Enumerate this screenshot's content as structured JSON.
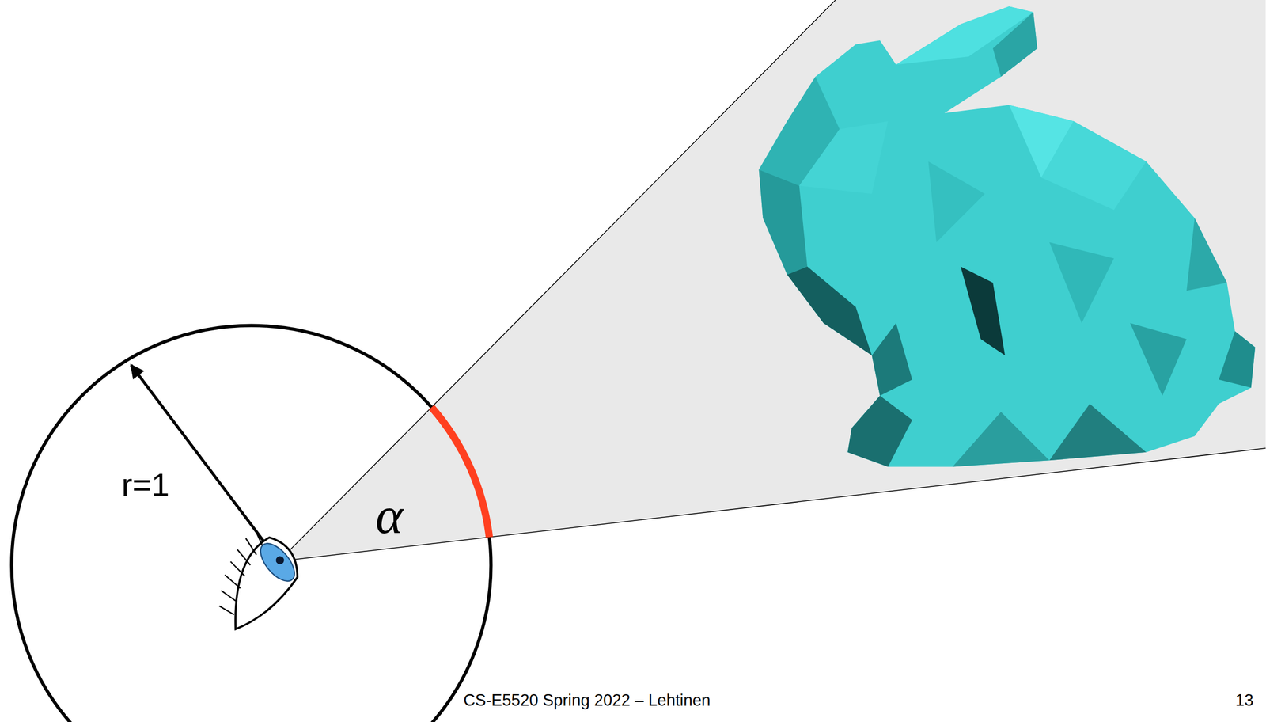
{
  "diagram": {
    "labels": [
      "r=1",
      "α",
      "CS-E5520 Spring 2022 – Lehtinen",
      "13"
    ]
  }
}
